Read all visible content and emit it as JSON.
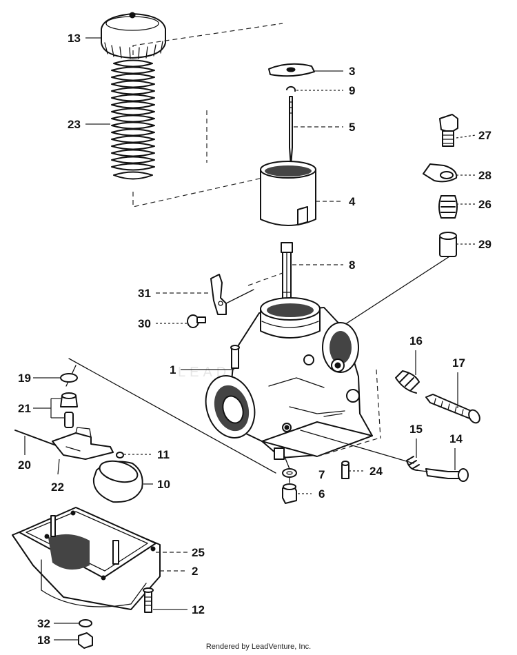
{
  "diagram": {
    "parts": [
      "13",
      "23",
      "3",
      "9",
      "5",
      "27",
      "4",
      "28",
      "26",
      "29",
      "8",
      "31",
      "30",
      "16",
      "17",
      "1",
      "19",
      "21",
      "20",
      "22",
      "11",
      "10",
      "15",
      "14",
      "7",
      "24",
      "6",
      "25",
      "2",
      "12",
      "32",
      "18"
    ]
  },
  "watermark": "LEADVENTURE",
  "credit": "Rendered by LeadVenture, Inc."
}
